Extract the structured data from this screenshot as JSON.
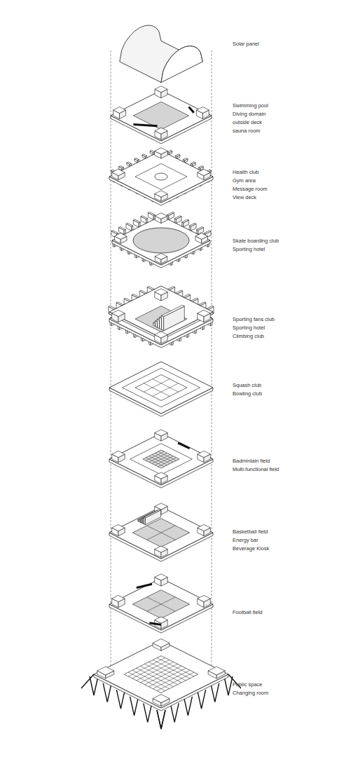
{
  "diagram": {
    "labels": [
      "Solar panel",
      "Swimming pool",
      "Diving domain",
      "outside deck",
      "sauna room",
      "Health club",
      "Gym area",
      "Message room",
      "View deck",
      "Skate boarding club",
      "Sporting hotel",
      "Sporting fans club",
      "Sporting hotel",
      "Climbing club",
      "Squash club",
      "Bowling club",
      "Badmintain field",
      "Multi-functional field",
      "Basketball field",
      "Energy bar",
      "Beverage Kiosk",
      "Football field",
      "Public space",
      "Changing room"
    ]
  }
}
